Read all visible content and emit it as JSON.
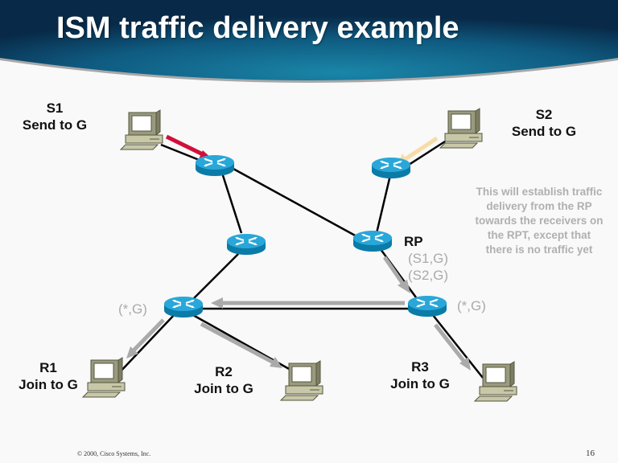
{
  "title": "ISM traffic delivery example",
  "colors": {
    "banner_dark": "#0a3050",
    "banner_light": "#1a7fa0",
    "router_top": "#29a7d9",
    "router_side": "#0b7ba8",
    "link": "#000000",
    "s1_flow": "#d0103a",
    "s2_flow": "#f8dca8",
    "state_flow": "#aaaaaa"
  },
  "hosts": {
    "s1": {
      "name": "S1",
      "action": "Send to G"
    },
    "s2": {
      "name": "S2",
      "action": "Send to G"
    },
    "r1": {
      "name": "R1",
      "action": "Join to G"
    },
    "r2": {
      "name": "R2",
      "action": "Join to G"
    },
    "r3": {
      "name": "R3",
      "action": "Join to G"
    }
  },
  "routers": {
    "rp_label": "RP"
  },
  "states": {
    "rp_s1g": "(S1,G)",
    "rp_s2g": "(S2,G)",
    "left_star_g": "(*,G)",
    "right_star_g": "(*,G)"
  },
  "note": "This will establish traffic delivery from the RP towards the receivers on the RPT, except that there is no traffic yet",
  "footer": {
    "copyright": "© 2000, Cisco Systems, Inc.",
    "page_number": "16"
  }
}
